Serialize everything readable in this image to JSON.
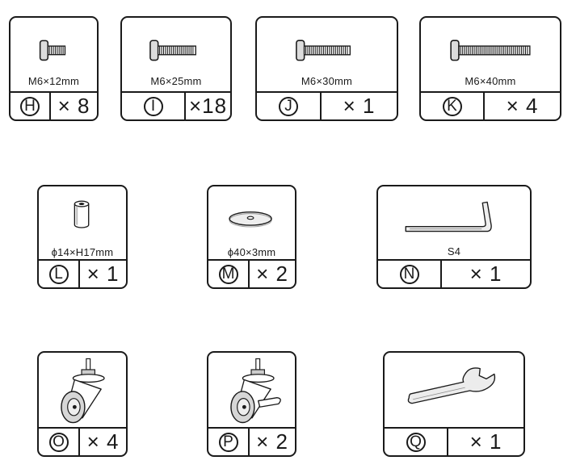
{
  "colors": {
    "line": "#1a1a1a",
    "fill": "#ffffff",
    "part_fill": "#dcdcdc"
  },
  "parts": [
    {
      "id": "H",
      "size": "M6×12mm",
      "qty": "× 8",
      "icon": "bolt-icon"
    },
    {
      "id": "I",
      "size": "M6×25mm",
      "qty": "×18",
      "icon": "bolt-icon"
    },
    {
      "id": "J",
      "size": "M6×30mm",
      "qty": "× 1",
      "icon": "bolt-icon"
    },
    {
      "id": "K",
      "size": "M6×40mm",
      "qty": "× 4",
      "icon": "bolt-icon"
    },
    {
      "id": "L",
      "size": "ϕ14×H17mm",
      "qty": "× 1",
      "icon": "spacer-icon"
    },
    {
      "id": "M",
      "size": "ϕ40×3mm",
      "qty": "× 2",
      "icon": "washer-icon"
    },
    {
      "id": "N",
      "size": "S4",
      "qty": "× 1",
      "icon": "allen-key-icon"
    },
    {
      "id": "O",
      "size": "",
      "qty": "× 4",
      "icon": "caster-icon"
    },
    {
      "id": "P",
      "size": "",
      "qty": "× 2",
      "icon": "caster-with-brake-icon"
    },
    {
      "id": "Q",
      "size": "",
      "qty": "× 1",
      "icon": "wrench-icon"
    }
  ]
}
